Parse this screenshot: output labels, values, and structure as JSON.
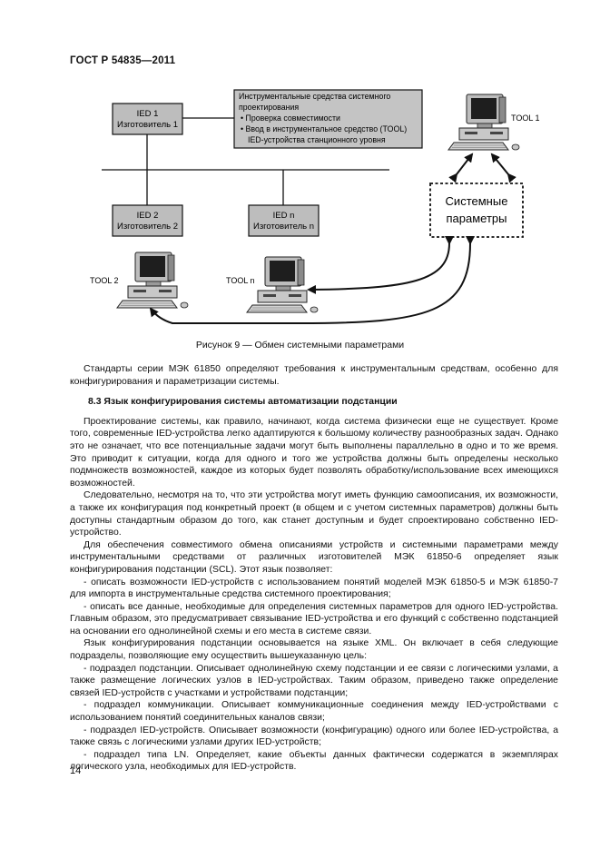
{
  "header": {
    "doc_id": "ГОСТ Р 54835—2011"
  },
  "figure": {
    "ied1": {
      "line1": "IED 1",
      "line2": "Изготовитель 1"
    },
    "ied2": {
      "line1": "IED 2",
      "line2": "Изготовитель 2"
    },
    "iedn": {
      "line1": "IED n",
      "line2": "Изготовитель n"
    },
    "tools_box": {
      "line1": "Инструментальные средства системного",
      "line2": "проектирования",
      "line3": "• Проверка совместимости",
      "line4": "• Ввод в инструментальное средство (TOOL)",
      "line5": "IED-устройства станционного уровня"
    },
    "sys_params": {
      "line1": "Системные",
      "line2": "параметры"
    },
    "tool1_label": "TOOL 1",
    "tool2_label": "TOOL 2",
    "tooln_label": "TOOL n",
    "caption": "Рисунок 9 — Обмен системными параметрами"
  },
  "body": {
    "p1": "Стандарты серии МЭК 61850 определяют требования к инструментальным средствам, особенно для конфигурирования и параметризации системы.",
    "heading": "8.3 Язык конфигурирования системы автоматизации подстанции",
    "p2": "Проектирование системы, как правило, начинают, когда система физически еще не существует. Кроме того, современные IED-устройства легко адаптируются к большому количеству разнообразных задач. Однако это не означает, что все потенциальные задачи могут быть выполнены параллельно в одно и то же время. Это приводит к ситуации, когда для одного и того же устройства должны быть определены несколько подмножеств возможностей, каждое из которых будет позволять обработку/использование всех имеющихся возможностей.",
    "p3": "Следовательно, несмотря на то, что эти устройства могут иметь функцию самоописания, их возможности, а также их конфигурация под конкретный проект (в общем и с учетом системных параметров) должны быть доступны стандартным образом до того, как станет доступным и будет спроектировано собственно IED-устройство.",
    "p4": "Для обеспечения совместимого обмена описаниями устройств и системными параметрами между инструментальными средствами от различных изготовителей МЭК 61850-6 определяет язык конфигурирования подстанции (SCL). Этот язык позволяет:",
    "p5": "- описать возможности IED-устройств с использованием понятий моделей МЭК 61850-5 и МЭК 61850-7 для импорта в инструментальные средства системного проектирования;",
    "p6": "- описать все данные, необходимые для определения системных параметров для одного IED-устройства. Главным образом, это предусматривает связывание IED-устройства и его функций с собственно подстанцией на основании его однолинейной схемы и его места в системе связи.",
    "p7": "Язык конфигурирования подстанции основывается на языке XML. Он включает в себя следующие подразделы, позволяющие ему осуществить вышеуказанную цель:",
    "p8": "- подраздел подстанции. Описывает однолинейную схему подстанции и ее связи с логическими узлами, а также размещение логических узлов в IED-устройствах. Таким образом, приведено также определение связей IED-устройств с участками и устройствами подстанции;",
    "p9": "- подраздел коммуникации. Описывает коммуникационные соединения между IED-устройствами с использованием понятий соединительных каналов связи;",
    "p10": "- подраздел IED-устройств. Описывает возможности (конфигурацию) одного или более IED-устройства, а также связь с логическими узлами других IED-устройств;",
    "p11": "- подраздел типа LN. Определяет, какие объекты данных фактически содержатся в экземплярах логического узла, необходимых для IED-устройств."
  },
  "footer": {
    "page_number": "14"
  }
}
